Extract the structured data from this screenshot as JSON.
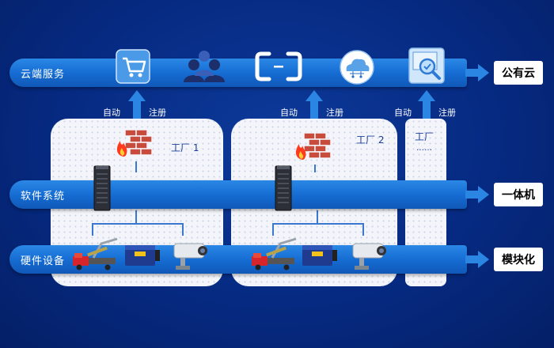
{
  "bands": {
    "cloud": {
      "label": "云端服务",
      "side": "公有云"
    },
    "software": {
      "label": "软件系统",
      "side": "一体机"
    },
    "hardware": {
      "label": "硬件设备",
      "side": "模块化"
    }
  },
  "arrows": [
    {
      "left": "自动",
      "right": "注册"
    },
    {
      "left": "自动",
      "right": "注册"
    },
    {
      "left": "自动",
      "right": "注册"
    }
  ],
  "factories": {
    "f1": "工厂 1",
    "f2": "工厂 2",
    "f3_title": "工厂",
    "f3_dots": "……"
  },
  "icons": {
    "cloud_row": [
      "cart-icon",
      "users-icon",
      "chat-bracket-icon",
      "cloud-network-icon",
      "search-monitor-icon"
    ],
    "factory": [
      "firewall-icon",
      "server-icon",
      "robot-arm-icon",
      "camera-box-icon",
      "cctv-icon"
    ]
  },
  "colors": {
    "background": "#062a82",
    "band": "#1a72d8",
    "panel": "#f3f5fa",
    "accent": "#2a86e2"
  }
}
